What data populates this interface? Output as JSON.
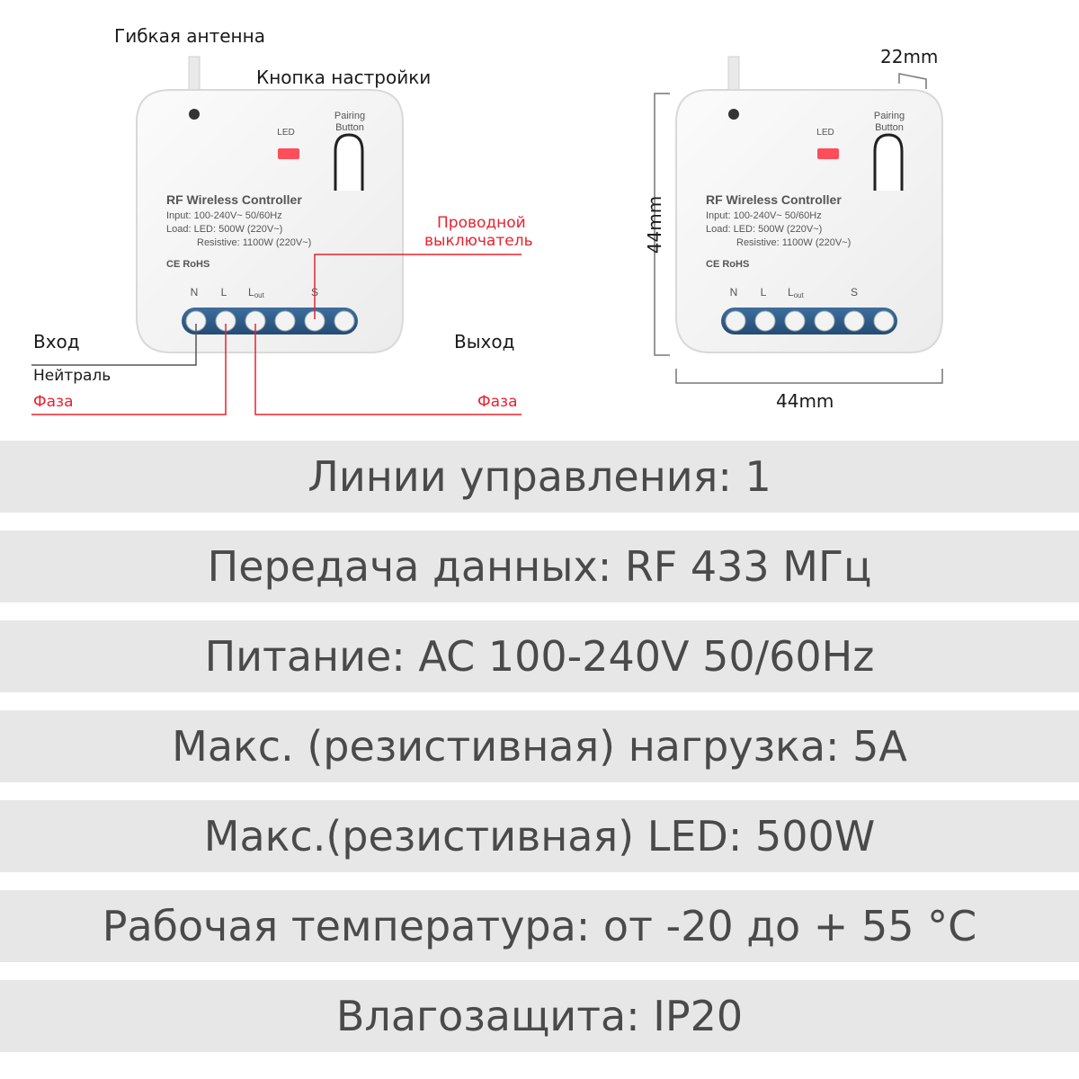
{
  "labels": {
    "antenna": "Гибкая антенна",
    "button": "Кнопка настройки",
    "switch_line1": "Проводной",
    "switch_line2": "выключатель",
    "input": "Вход",
    "output": "Выход",
    "neutral": "Нейтраль",
    "phase_in": "Фаза",
    "phase_out": "Фаза"
  },
  "device": {
    "title": "RF Wireless Controller",
    "line1": "Input: 100-240V~  50/60Hz",
    "line2": "Load: LED: 500W (220V~)",
    "line3": "Resistive: 1100W (220V~)",
    "marks": "CE RoHS",
    "led": "LED",
    "pairing1": "Pairing",
    "pairing2": "Button",
    "term_n": "N",
    "term_l": "L",
    "term_lout": "L",
    "term_lout_sub": "out",
    "term_s": "S"
  },
  "dimensions": {
    "depth": "22mm",
    "height": "44mm",
    "width": "44mm"
  },
  "specs": [
    "Линии управления: 1",
    "Передача данных: RF 433 МГц",
    "Питание: AC 100-240V 50/60Hz",
    "Макс. (резистивная) нагрузка: 5А",
    "Макс.(резистивная) LED: 500W",
    "Рабочая температура: от -20 до + 55 °C",
    "Влагозащита: IP20"
  ],
  "colors": {
    "accent_red": "#e8232f",
    "terminal_blue": "#2f5f8f",
    "spec_bg": "#e7e7e7",
    "spec_text": "#4a4a4a"
  }
}
